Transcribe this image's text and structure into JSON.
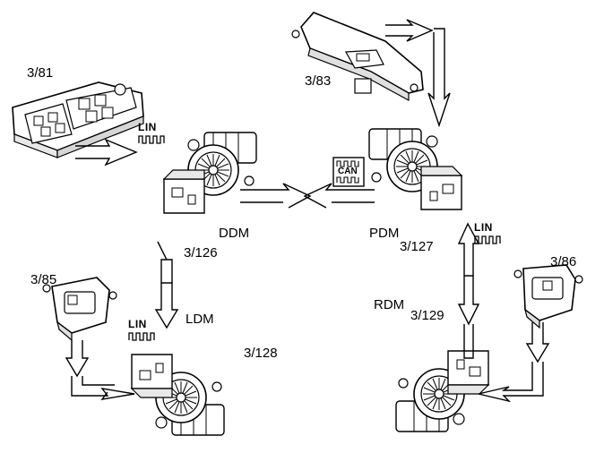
{
  "labels": {
    "sw_81": "3/81",
    "sw_83": "3/83",
    "sw_85": "3/85",
    "sw_86": "3/86",
    "ddm": "DDM",
    "ddm_id": "3/126",
    "pdm": "PDM",
    "pdm_id": "3/127",
    "ldm": "LDM",
    "ldm_id": "3/128",
    "rdm": "RDM",
    "rdm_id": "3/129"
  },
  "bus": {
    "lin_1": "LIN",
    "lin_2": "LIN",
    "lin_3": "LIN",
    "can": "CAN"
  },
  "colors": {
    "line": "#000000",
    "fill": "#ffffff",
    "shade": "#d6d6d6"
  }
}
